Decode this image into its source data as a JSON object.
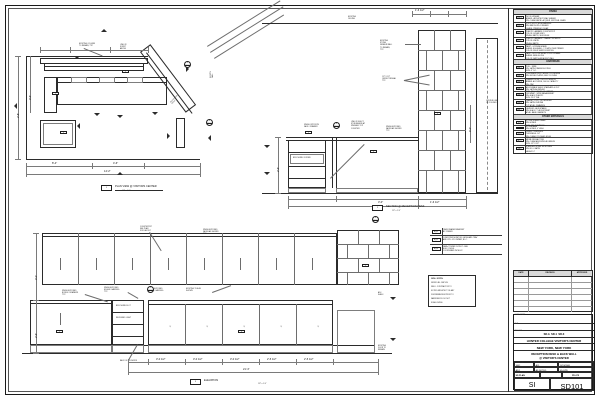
{
  "sheet": {
    "background_color": "#ffffff",
    "border_color": "#1a1a1a"
  },
  "title_block": {
    "consultant_label": "CONSULTANT",
    "seal_label": "SEAL",
    "project_label": "PROJECT",
    "project_number_line": "SD.A  SD.1  SD.X",
    "project_name": "HUNTER COLLEGE VISITOR'S CENTER",
    "project_location": "NEW YORK, NEW YORK",
    "drawing_title_line1": "RECEPTION DESK & BACK WALL",
    "drawing_title_line2": "@ VISITOR'S CENTER",
    "fields": [
      {
        "label": "DRAWN BY",
        "value": "SMC"
      },
      {
        "label": "CHECKED BY",
        "value": "A.R."
      },
      {
        "label": "DATE",
        "value": "11/13/2008"
      },
      {
        "label": "PROJ. NO.",
        "value": "AR.1"
      },
      {
        "label": "SCALE",
        "value": "AS NOTED"
      },
      {
        "label": "PHASE",
        "value": "SD-0785"
      },
      {
        "label": "DRAWING TYPE",
        "value": "SD PLAN"
      },
      {
        "label": "JOB",
        "value": ""
      },
      {
        "label": "FILE",
        "value": "PD-075"
      }
    ],
    "scale_label": "SCALE",
    "scale_value": "SI",
    "sheet_no_label": "DRAWING NUMBER",
    "sheet_number": "SD101"
  },
  "schedule": {
    "sections": [
      {
        "header": "FINISH",
        "rows": [
          {
            "tag": "WD-1",
            "desc": "WOOD VENEER\nBRAND:  ARCHITECTURAL VENEER\nFIN: CLEAR SATIN LACQUER, VERTICAL GRAIN"
          },
          {
            "tag": "WD-2",
            "desc": "SOLID WOOD EDGE BANDING\nFIN: MATCH WD-1 VENEER\nGRADE: PREMIUM, CLEAR"
          },
          {
            "tag": "PL-1",
            "desc": "PLASTIC LAMINATE COUNTERTOP\nCOLOR: SILVER GREY\nFINISH: MATTE, SELF EDGE"
          },
          {
            "tag": "PL-2",
            "desc": "PLASTIC LAMINATE - CABINET INTERIOR\nCOLOR: WHITE\nFINISH: MATTE"
          },
          {
            "tag": "PT-1",
            "desc": "PAINT - GYPSUM BOARD\nSHEEN: EGGSHELL, 2 COATS OVER PRIMER\nCOLOR: FIELD VERIFY EXISTING"
          },
          {
            "tag": "PT-2",
            "desc": "PAINT - HOLLOW METAL DOOR & FRAME\nSHEEN: SEMI-GLOSS\nCOLOR: MATCH ADJACENT WALL"
          }
        ]
      },
      {
        "header": "HARDWARE",
        "rows": [
          {
            "tag": "HW-1",
            "desc": "PULL - WIRE\nFIN: SATIN STAINLESS STEEL\nSIZE: 4\" O.C."
          },
          {
            "tag": "HW-2",
            "desc": "CONCEALED EURO HINGE, 110 DEGREE\nFIN: NICKEL PLATED, SELF CLOSING"
          },
          {
            "tag": "HW-3",
            "desc": "DRAWER SLIDE - FULL EXTENSION\nBRAND: ACCURIDE, 100 LB. CAPACITY\nFIN: ZINC"
          },
          {
            "tag": "HW-4",
            "desc": "ADJUSTABLE SHELF STANDARD & CLIP\nFIN: SATIN ALUMINUM\nSIZE: FULL HEIGHT OF CABINET"
          },
          {
            "tag": "HW-5",
            "desc": "GROMMET - WIRE MANAGEMENT\nFIN: BLACK PLASTIC\nSIZE: 2-1/2\" DIA."
          },
          {
            "tag": "HW-6",
            "desc": "CABINET LOCK - KEYED ALIKE\nFIN: SATIN CHROME\nTYP. AT ALL DRAWERS"
          },
          {
            "tag": "HW-7",
            "desc": "LEVELER - ADJUSTABLE\nFIN: BLACK, 1\" ADJUSTMENT\nAT ALL BASE CABINETS"
          }
        ]
      },
      {
        "header": "OTHER MATERIALS",
        "rows": [
          {
            "tag": "ST-1",
            "desc": "STONE VENEER PANEL\nFIN: HONED\nSIZE: SEE ELEVATION"
          },
          {
            "tag": "ST-2",
            "desc": "STONE BASE\nFIN: HONED, 4\" HIGH"
          },
          {
            "tag": "GL-1",
            "desc": "GLASS - TEMPERED\nTHICKNESS: 1/4\"\nFIN: CLEAR, POLISHED EDGE"
          },
          {
            "tag": "MT-1",
            "desc": "METAL REVEAL TRIM\nFIN: CLEAR ANODIZED ALUMINUM\nSIZE: 1/2\" X 1/2\""
          },
          {
            "tag": "SS-1",
            "desc": "STAINLESS STEEL KICK PLATE\nFIN: NO. 4 SATIN\nHEIGHT: 4\""
          }
        ]
      }
    ]
  },
  "key_legend": {
    "rows": [
      {
        "tag": "EQ-1",
        "desc": "CARD READER BRACKET\nBY OWNER"
      },
      {
        "tag": "EQ-2",
        "desc": "COMPUTER MONITOR, KEYBOARD TRAY\nAND CPU - BY OWNER, N.I.C."
      },
      {
        "tag": "EQ-3",
        "desc": "DATA / POWER OUTLET - SEE\nELEC. DWGS.\nCOORDINATE W/ M.E.P."
      }
    ]
  },
  "general_notes": {
    "title": "GENL. NOTES:",
    "lines": [
      "VERIFY ALL DIM'S IN",
      "FIELD. CONTRACTOR TO",
      "NOTIFY ARCHITECT OF ANY",
      "DISCREPANCIES PRIOR TO",
      "FABRICATION. DO NOT",
      "SCALE DWGS."
    ]
  },
  "revisions": {
    "columns": [
      "DATE",
      "REVISION",
      "APPROVED"
    ],
    "rows": []
  },
  "drawings": [
    {
      "id": "plan-view",
      "marker": "1",
      "sheet_ref": "SD101",
      "title": "PLAN VIEW @ VISITORS CENTER",
      "scale": "1/2\" = 1'-0\""
    },
    {
      "id": "section-view",
      "marker": "2",
      "sheet_ref": "SD101",
      "title": "SECTION @ RECEPTION DESK",
      "scale": "1/2\" = 1'-0\""
    },
    {
      "id": "elevation-view",
      "marker": "3",
      "sheet_ref": "SD101",
      "title": "ELEVATION",
      "scale": "1/2\" = 1'-0\""
    }
  ],
  "annotations": {
    "plan": [
      "EXISTING COLUMN\nTO REMAIN, TYP.",
      "LINE OF\nSOFFIT\nABOVE",
      "RECEPTION\nDESK",
      "EXIST'G\nWALL"
    ],
    "section": [
      "EXISTING\nCEILING",
      "EXISTING\nSTONE\nVENEER WALL\nTO REMAIN,\nTYP.",
      "1/2\" X 1/2\"\nOFFSET REVEAL\nTYP.",
      "FINISH OPPOSITE\nFACE / DRAWER",
      "LINE OF ELECT.\nSTUB BEHIND AT\nFINISHED TOP\nCOUNTER",
      "FINISH EXPOSED\nFACES AS SHOWN\nTYP.",
      "BROCHURE / FORMS",
      "CENTER LINE\nOF COLUMN"
    ],
    "elevation": [
      "COUNTERTOP\nSEE PLAN\nFOR LAYOUT",
      "FINISH EXPOSED\nFACES AS SHOWN\nTYP.",
      "FINISH EXPOSED\nBOXES / DRAWERS\nTYP.",
      "FINISH EXPOSED\nEDGES / BANDING\nTYP.",
      "EXISTING TILE AS\nSHOWN",
      "BROCHURE SLOT",
      "RECESSED LIGHT",
      "EXIST'G\nDOOR",
      "EXISTING\nDOOR TO\nREMAIN",
      "BACK OF MILLWORK",
      "ADJ.\nSHELF"
    ]
  },
  "dimensions": {
    "plan": [
      "1'-0\"",
      "8'-4\"",
      "3'-6\"",
      "2'-8\"",
      "14'-2\"",
      "4'-6\"",
      "6'-0\"",
      "9'-10\""
    ],
    "section": [
      "3'-0\"",
      "2'-6\"",
      "1'-2\"",
      "4'-0\"",
      "1'-6 1/2\"",
      "8'-0\""
    ],
    "elevation": [
      "2'-5 1/2\"",
      "2'-5 1/2\"",
      "3'-0 1/2\"",
      "3'-0 1/2\"",
      "3'-0 1/2\"",
      "1'-0\"",
      "21'-4\"",
      "3'-0\"",
      "2'-6\""
    ]
  }
}
